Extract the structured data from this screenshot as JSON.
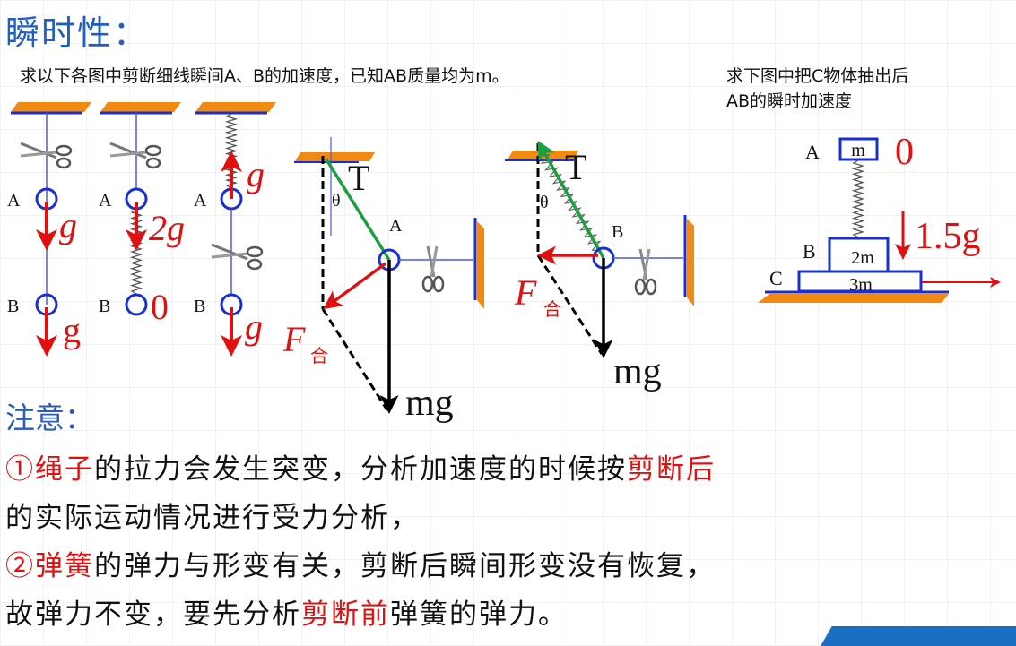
{
  "title": "瞬时性：",
  "question1": "求以下各图中剪断细线瞬间A、B的加速度，已知AB质量均为m。",
  "question2": [
    "求下图中把C物体抽出后",
    "AB的瞬时加速度"
  ],
  "diagram_labels": {
    "A": "A",
    "B": "B",
    "C": "C",
    "T": "T",
    "theta": "θ",
    "mg": "mg",
    "F": "F",
    "he": "合",
    "m": "m",
    "2m": "2m",
    "3m": "3m"
  },
  "answers": {
    "d1_A": "g",
    "d1_B": "g",
    "d2_A": "2g",
    "d2_B": "0",
    "d3_A": "g",
    "d3_B": "g",
    "d6_A": "0",
    "d6_B": "1.5g"
  },
  "notes": {
    "heading": "注意：",
    "line1": [
      {
        "text": "①",
        "red": true
      },
      {
        "text": "绳子",
        "red": true
      },
      {
        "text": "的拉力会发生突变，分析加速度的时候按",
        "red": false
      },
      {
        "text": "剪断后",
        "red": true
      }
    ],
    "line2": "的实际运动情况进行受力分析，",
    "line3": [
      {
        "text": "②",
        "red": true
      },
      {
        "text": "弹簧",
        "red": true
      },
      {
        "text": "的弹力与形变有关，剪断后瞬间形变没有恢复，",
        "red": false
      }
    ],
    "line4": [
      {
        "text": "故弹力不变，要先分析",
        "red": false
      },
      {
        "text": "剪断前",
        "red": true
      },
      {
        "text": "弹簧的弹力。",
        "red": false
      }
    ]
  },
  "colors": {
    "title": "#1f5fbf",
    "highlight": "#e01010",
    "ceiling": "#f08a10",
    "line": "#1a2fd0",
    "tension": "#1aa040"
  }
}
